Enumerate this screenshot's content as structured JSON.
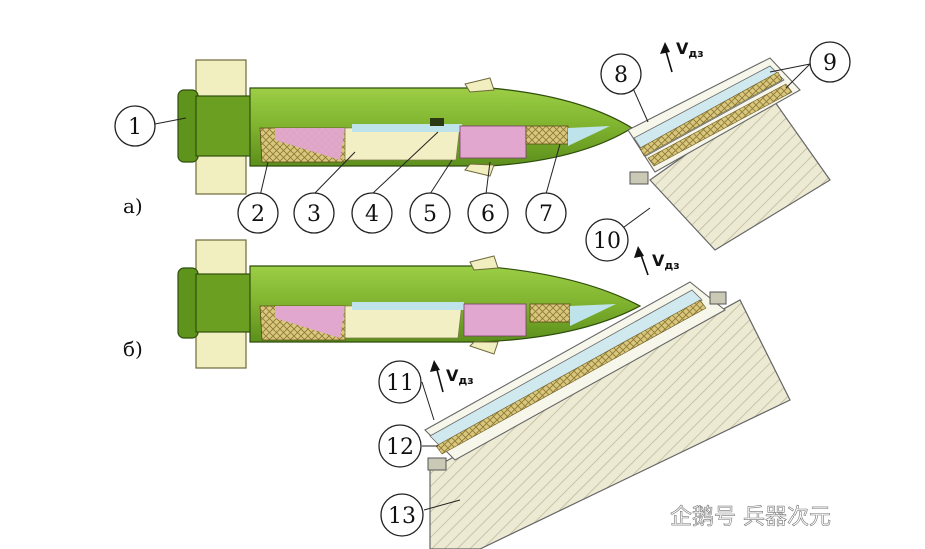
{
  "diagram": {
    "panels": [
      {
        "caption": "а)"
      },
      {
        "caption": "б)"
      }
    ],
    "callouts": [
      "1",
      "2",
      "3",
      "4",
      "5",
      "6",
      "7",
      "8",
      "9",
      "10",
      "11",
      "12",
      "13"
    ],
    "velocity_label": "V",
    "velocity_subscript": "дз",
    "colors": {
      "missile_body": "#7fb22e",
      "missile_dark": "#4f7d17",
      "warhead_pink": "#e2a7cf",
      "propellant_cream": "#f3efc4",
      "light_blue": "#bfe3ea",
      "mesh": "#c9b56a",
      "armor_hatch": "#ecead2"
    }
  },
  "watermark": {
    "text": "企鹅号 兵器次元"
  }
}
